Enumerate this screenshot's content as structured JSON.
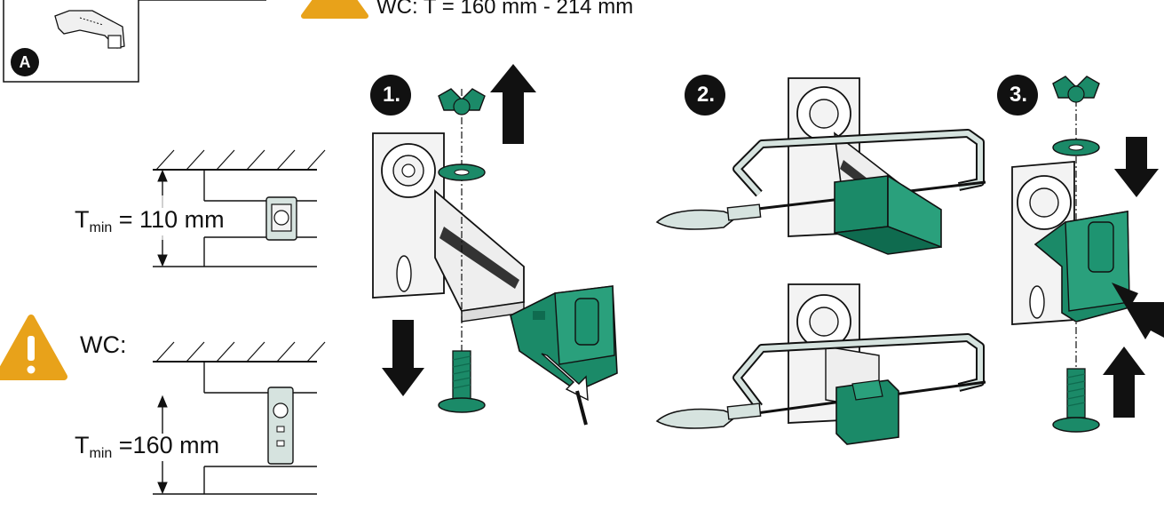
{
  "header": {
    "warning_text": "WC:  T = 160 mm - 214 mm"
  },
  "part_box": {
    "label": "A"
  },
  "steps": [
    {
      "label": "1."
    },
    {
      "label": "2."
    },
    {
      "label": "3."
    }
  ],
  "dimensions": {
    "tmin_symbol": "T",
    "tmin_subscript": "min",
    "top": {
      "value_text": " = 110 mm"
    },
    "bottom": {
      "prefix_text": "WC:",
      "value_text": " =160 mm"
    }
  },
  "colors": {
    "part_green": "#1b8a68",
    "dark_green": "#0f6b4f",
    "warning_yellow": "#e8a21a",
    "frame_green": "#d6e3df"
  },
  "icons": [
    "warning-icon",
    "wing-nut-icon",
    "washer-icon",
    "bolt-icon",
    "hacksaw-icon",
    "arrow-up-icon",
    "arrow-down-icon",
    "arrow-right-icon"
  ]
}
